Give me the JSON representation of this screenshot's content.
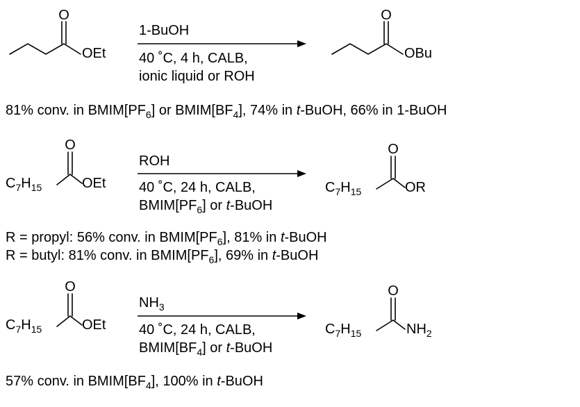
{
  "reaction1": {
    "reactant": {
      "carbonyl_O": "O",
      "ester_group": "OEt"
    },
    "reagent": "1-BuOH",
    "conditions": [
      "40 ˚C, 4 h, CALB,",
      "ionic liquid or ROH"
    ],
    "product": {
      "carbonyl_O": "O",
      "ester_group": "OBu"
    },
    "result": [
      "81% conv. in BMIM[PF",
      "6",
      "] or BMIM[BF",
      "4",
      "], 74% in ",
      "t",
      "-BuOH, 66% in 1-BuOH"
    ]
  },
  "reaction2": {
    "reactant": {
      "carbonyl_O": "O",
      "alkyl": [
        "C",
        "7",
        "H",
        "15"
      ],
      "ester_group": "OEt"
    },
    "reagent": "ROH",
    "conditions_line1": "40 ˚C, 24 h, CALB,",
    "conditions_line2": [
      "BMIM[PF",
      "6",
      "] or ",
      "t",
      "-BuOH"
    ],
    "product": {
      "carbonyl_O": "O",
      "alkyl": [
        "C",
        "7",
        "H",
        "15"
      ],
      "ester_group": "OR"
    },
    "result_propyl": [
      "R = propyl: 56% conv. in BMIM[PF",
      "6",
      "], 81% in ",
      "t",
      "-BuOH"
    ],
    "result_butyl": [
      "R = butyl: 81% conv. in BMIM[PF",
      "6",
      "], 69% in ",
      "t",
      "-BuOH"
    ]
  },
  "reaction3": {
    "reactant": {
      "carbonyl_O": "O",
      "alkyl": [
        "C",
        "7",
        "H",
        "15"
      ],
      "ester_group": "OEt"
    },
    "reagent": [
      "NH",
      "3"
    ],
    "conditions_line1": "40 ˚C, 24 h, CALB,",
    "conditions_line2": [
      "BMIM[BF",
      "4",
      "] or ",
      "t",
      "-BuOH"
    ],
    "product": {
      "carbonyl_O": "O",
      "alkyl": [
        "C",
        "7",
        "H",
        "15"
      ],
      "amide_group": [
        "NH",
        "2"
      ]
    },
    "result": [
      "57% conv. in BMIM[BF",
      "4",
      "], 100% in ",
      "t",
      "-BuOH"
    ]
  }
}
